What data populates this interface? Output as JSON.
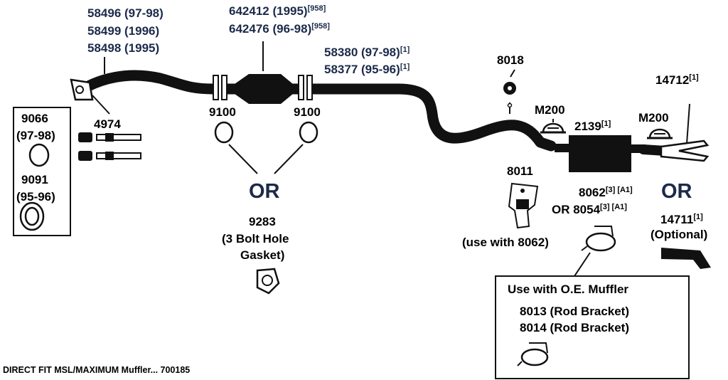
{
  "parts": {
    "pipe_front": [
      "58496 (97-98)",
      "58499 (1996)",
      "58498 (1995)"
    ],
    "converter": {
      "line1": "642412 (1995)",
      "line1_ref": "[958]",
      "line2": "642476 (96-98)",
      "line2_ref": "[958]"
    },
    "intermediate_pipe": {
      "line1": "58380 (97-98)",
      "line1_ref": "[1]",
      "line2": "58377 (95-96)",
      "line2_ref": "[1]"
    },
    "hanger_top": "8018",
    "clamp_left": "M200",
    "clamp_right": "M200",
    "muffler": {
      "label": "2139",
      "ref": "[1]"
    },
    "tailpipe": {
      "label": "14712",
      "ref": "[1]"
    },
    "gasket_left": "9100",
    "gasket_right": "9100",
    "bolt_kit": "4974",
    "spring_box": [
      "9066",
      "(97-98)",
      "9091",
      "(95-96)"
    ],
    "or_center": "OR",
    "gasket_3bolt": [
      "9283",
      "(3 Bolt Hole",
      "Gasket)"
    ],
    "hanger_8011": "8011",
    "use_with": "(use with 8062)",
    "hanger_8062": {
      "line1": "8062",
      "line1_refs": "[3] [A1]",
      "line2": "OR 8054",
      "line2_refs": "[3] [A1]"
    },
    "or_right": "OR",
    "optional_tail": {
      "label": "14711",
      "ref": "[1]",
      "note": "(Optional)"
    },
    "oe_box": {
      "title": "Use with O.E. Muffler",
      "line1": "8013 (Rod Bracket)",
      "line2": "8014 (Rod Bracket)"
    }
  },
  "footer": "DIRECT FIT MSL/MAXIMUM Muffler... 700185"
}
